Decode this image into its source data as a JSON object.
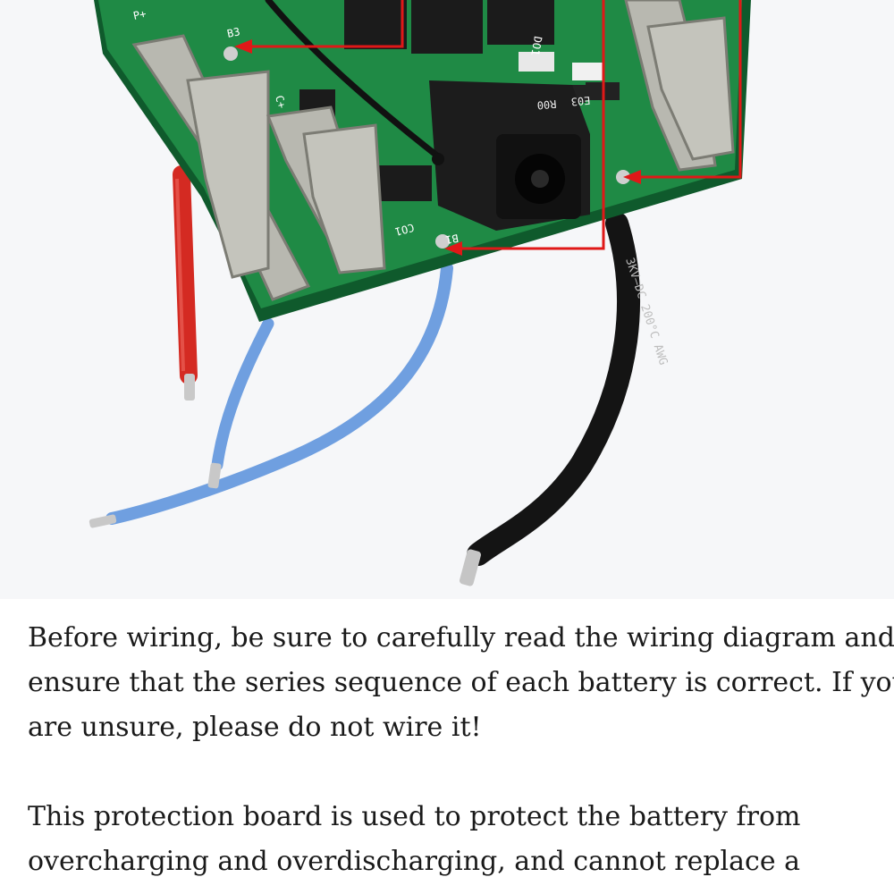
{
  "photo": {
    "board_labels": {
      "p_plus": "P+",
      "b3": "B3",
      "c_plus": "C+",
      "b1": "B1",
      "co1": "CO1",
      "do1": "DO1",
      "r00": "R00",
      "e03": "E03"
    },
    "cable_print": "3KV–DC 200°C AWG",
    "colors": {
      "pcb": "#1f8a45",
      "pcb_edge": "#0f5a2c",
      "annotation": "#e01818",
      "wire_red": "#d42a22",
      "wire_blue": "#6f9fe0",
      "wire_black": "#141414",
      "connector": "#1c1c1c"
    }
  },
  "text": {
    "para1": [
      "Before wiring, be sure to carefully read the wiring diagram and",
      "ensure that the series sequence of each battery is correct. If you",
      "are unsure, please do not wire it!"
    ],
    "para2": [
      "This protection board is used to protect the battery from",
      "overcharging and overdischarging, and cannot replace a"
    ]
  }
}
